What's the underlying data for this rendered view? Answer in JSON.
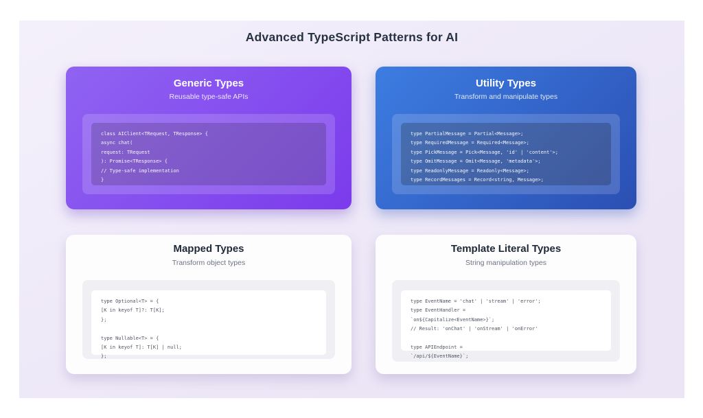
{
  "page": {
    "title": "Advanced TypeScript Patterns for AI"
  },
  "cards": [
    {
      "id": "generic-types",
      "title": "Generic Types",
      "subtitle": "Reusable type-safe APIs",
      "theme": "purple-gradient",
      "code": "class AIClient<TRequest, TResponse> {\nasync chat(\nrequest: TRequest\n): Promise<TResponse> {\n// Type-safe implementation\n}"
    },
    {
      "id": "utility-types",
      "title": "Utility Types",
      "subtitle": "Transform and manipulate types",
      "theme": "blue-gradient",
      "code": "type PartialMessage = Partial<Message>;\ntype RequiredMessage = Required<Message>;\ntype PickMessage = Pick<Message, 'id' | 'content'>;\ntype OmitMessage = Omit<Message, 'metadata'>;\ntype ReadonlyMessage = Readonly<Message>;\ntype RecordMessages = Record<string, Message>;"
    },
    {
      "id": "mapped-types",
      "title": "Mapped Types",
      "subtitle": "Transform object types",
      "theme": "light",
      "code": "type Optional<T> = {\n[K in keyof T]?: T[K];\n};\n\ntype Nullable<T> = {\n[K in keyof T]: T[K] | null;\n};"
    },
    {
      "id": "template-literal-types",
      "title": "Template Literal Types",
      "subtitle": "String manipulation types",
      "theme": "light",
      "code": "type EventName = 'chat' | 'stream' | 'error';\ntype EventHandler =\n`on${Capitalize<EventName>}`;\n// Result: 'onChat' | 'onStream' | 'onError'\n\ntype APIEndpoint =\n`/api/${EventName}`;"
    }
  ],
  "colors": {
    "page-bg": "#ffffff",
    "panel-from": "#f4f0fb",
    "panel-to": "#ebe5f6",
    "title-color": "#273142",
    "purple-from": "#9063f2",
    "purple-to": "#7b3bec",
    "blue-from": "#3d7de2",
    "blue-to": "#2b4fb3",
    "light-card-bg": "#fdfdfe",
    "light-title": "#1f2937",
    "light-subtitle": "#6b7280",
    "light-code-text": "#4e5561",
    "gray-panel": "#f0f0f4"
  }
}
